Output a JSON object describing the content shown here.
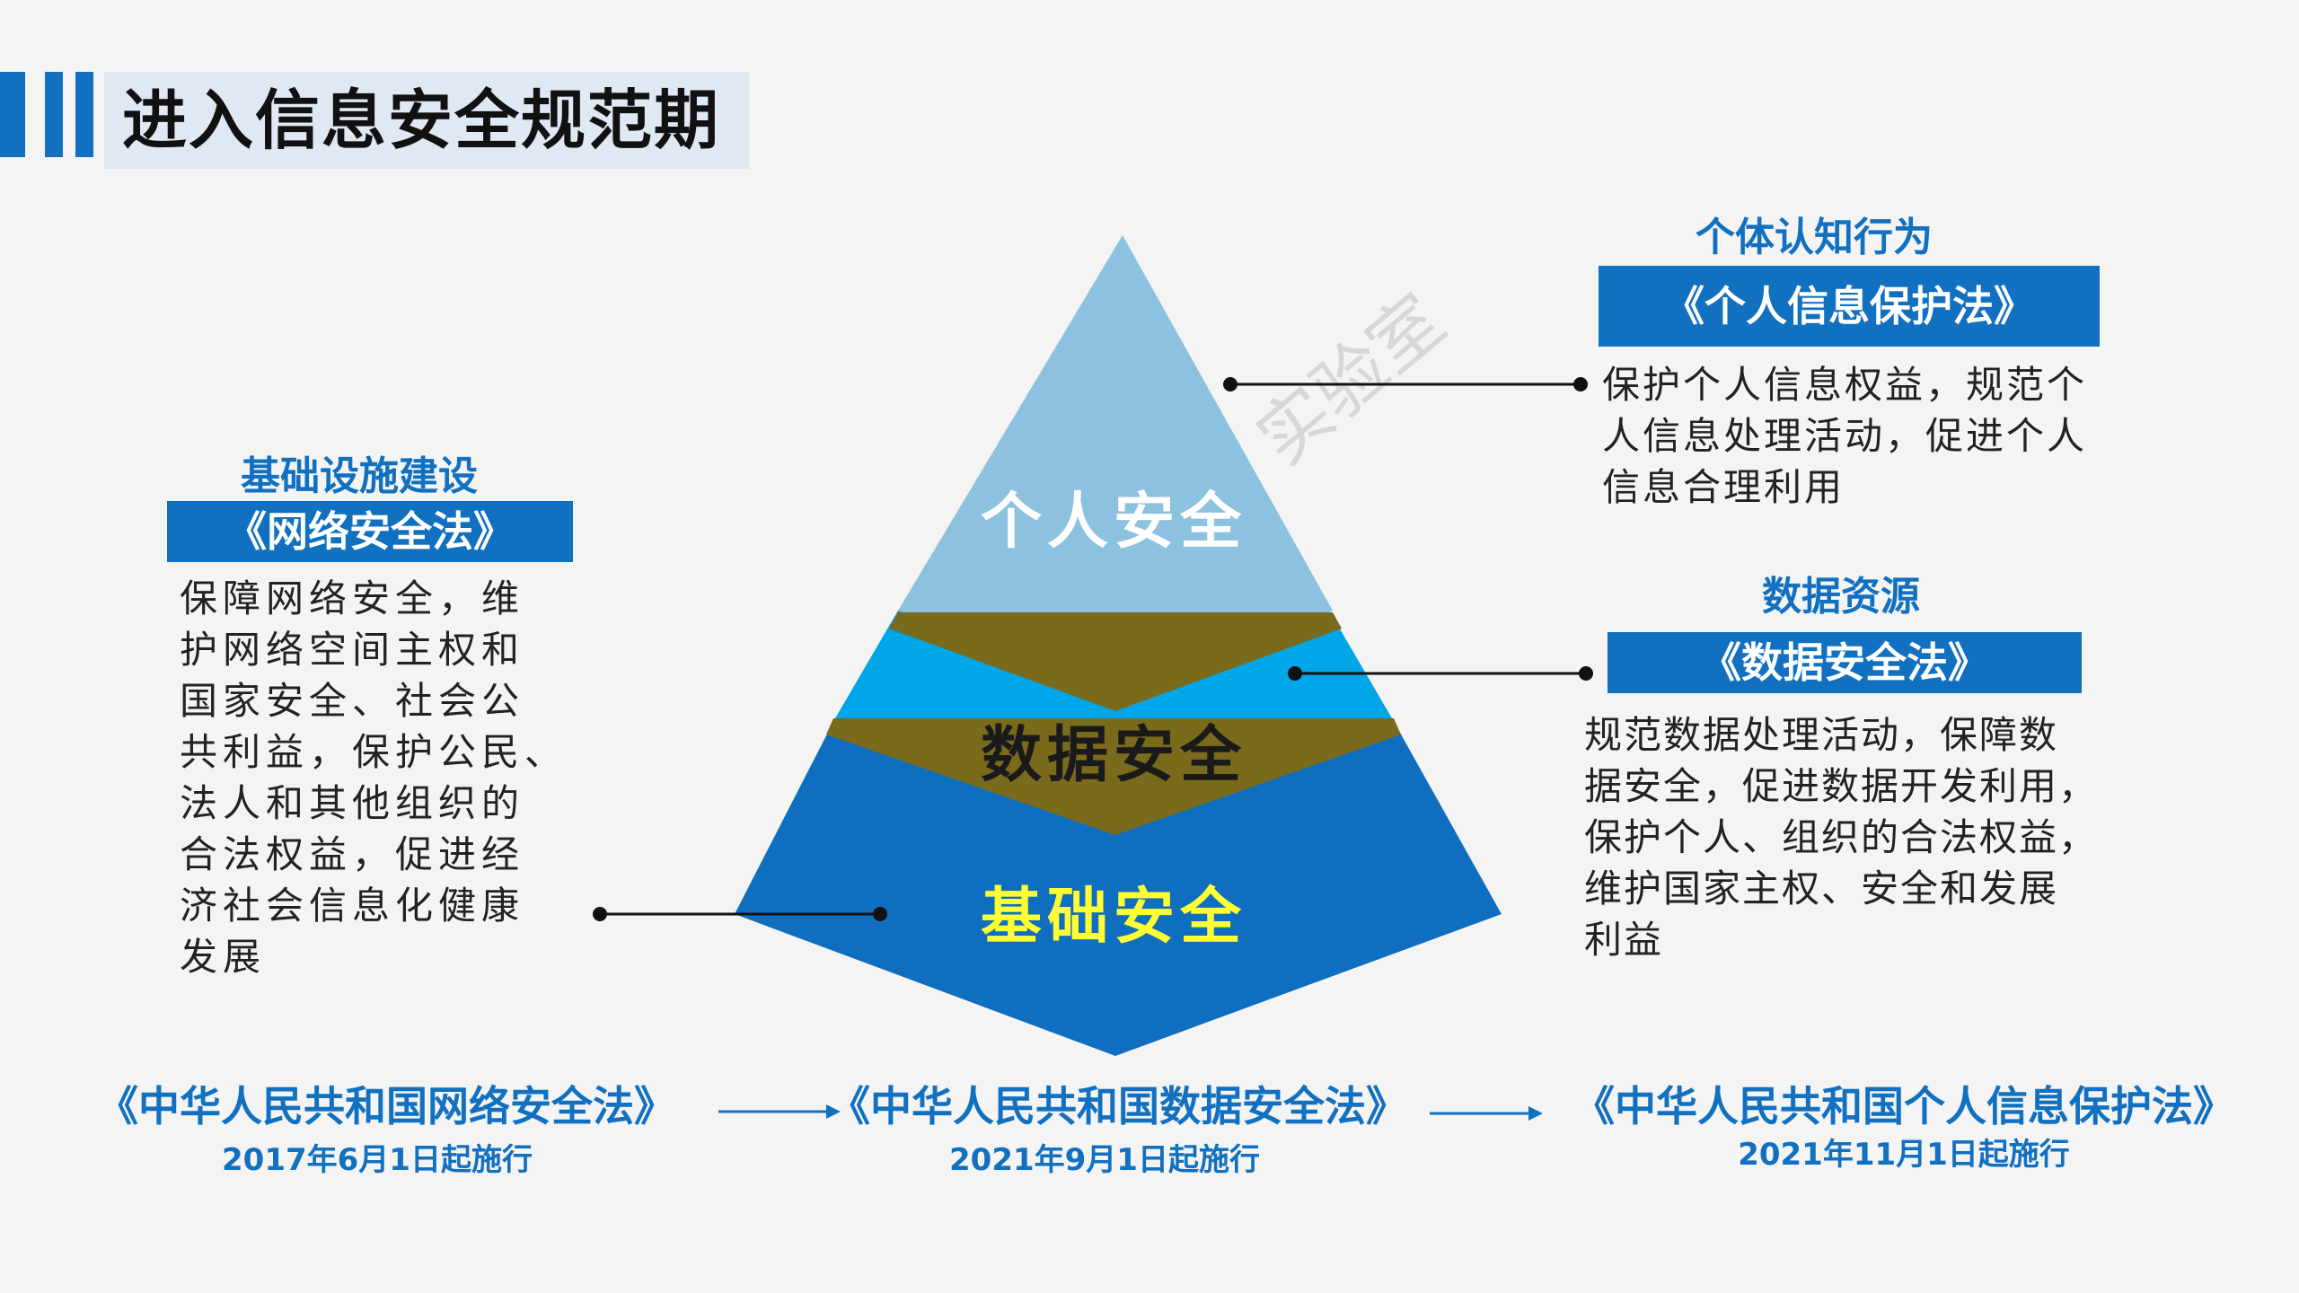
{
  "title": "进入信息安全规范期",
  "pyramid": {
    "top_label": "个人安全",
    "middle_label": "数据安全",
    "bottom_label": "基础安全"
  },
  "left": {
    "heading": "基础设施建设",
    "law": "《网络安全法》",
    "desc_lines": [
      "保障网络安全，维",
      "护网络空间主权和",
      "国家安全、社会公",
      "共利益，保护公民、",
      "法人和其他组织的",
      "合法权益，促进经",
      "济社会信息化健康",
      "发展"
    ]
  },
  "right_top": {
    "heading": "个体认知行为",
    "law": "《个人信息保护法》",
    "desc_lines": [
      "保护个人信息权益，规范个",
      "人信息处理活动，促进个人",
      "信息合理利用"
    ]
  },
  "right_mid": {
    "heading": "数据资源",
    "law": "《数据安全法》",
    "desc_lines": [
      "规范数据处理活动，保障数",
      "据安全，促进数据开发利用，",
      "保护个人、组织的合法权益，",
      "维护国家主权、安全和发展",
      "利益"
    ]
  },
  "timeline": [
    {
      "law": "《中华人民共和国网络安全法》",
      "date": "2017年6月1日起施行"
    },
    {
      "law": "《中华人民共和国数据安全法》",
      "date": "2021年9月1日起施行"
    },
    {
      "law": "《中华人民共和国个人信息保护法》",
      "date": "2021年11月1日起施行"
    }
  ],
  "watermark": "实验室",
  "colors": {
    "accent": "#1170c0",
    "pyramid_top": "#8cc2e0",
    "pyramid_mid": "#00a6e8",
    "pyramid_bottom": "#0f6ec0",
    "band": "#7a6a1c",
    "bottom_label": "#ffff33"
  }
}
